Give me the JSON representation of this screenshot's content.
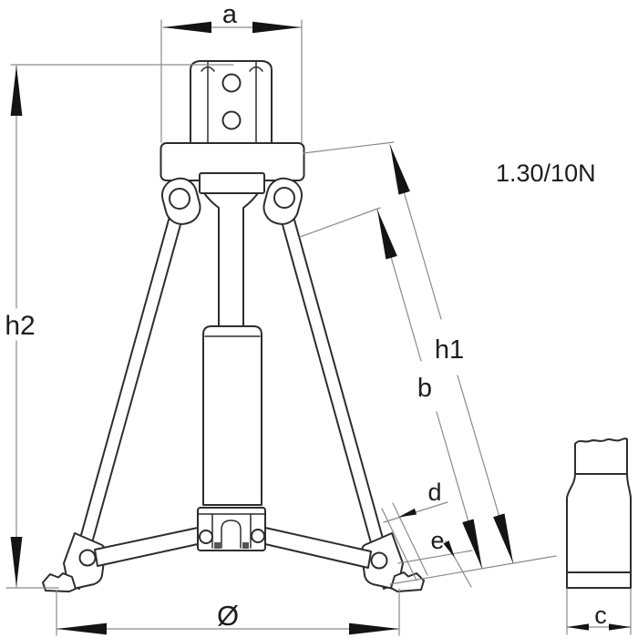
{
  "drawing": {
    "model_label": "1.30/10N",
    "dimension_labels": {
      "top_width": "a",
      "total_height": "h2",
      "leg_length_outer": "h1",
      "leg_length_inner": "b",
      "leg_thickness": "d",
      "foot_thickness": "e",
      "base_diameter": "Ø",
      "detail_width": "c"
    },
    "colors": {
      "background": "#ffffff",
      "outline": "#2d2d2d",
      "dimension_line": "#8a8a8a",
      "arrow_fill": "#141414",
      "label_text": "#1d1d1d"
    }
  }
}
